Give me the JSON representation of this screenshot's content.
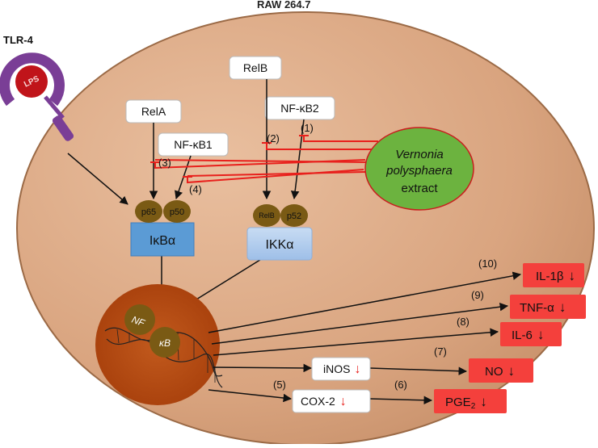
{
  "cell_label": "RAW 264.7",
  "receptor": {
    "label": "TLR-4",
    "ligand": "LPS"
  },
  "proteins": {
    "rela": "RelA",
    "nfkb1": "NF-κB1",
    "relb": "RelB",
    "nfkb2": "NF-κB2"
  },
  "complex_left": {
    "sub1": "p65",
    "sub2": "p50",
    "inhibitor": "IκBα"
  },
  "complex_right": {
    "sub1": "RelB",
    "sub2": "p52",
    "kinase": "IKKα"
  },
  "extract": {
    "line1": "Vernonia",
    "line2": "polysphaera",
    "line3": "extract"
  },
  "nucleus": {
    "nf": "NF",
    "kb": "κB"
  },
  "inhibition_steps": [
    "(1)",
    "(2)",
    "(3)",
    "(4)"
  ],
  "intermediates": {
    "inos": {
      "step": "",
      "label": "iNOS",
      "arrow": "↓"
    },
    "cox2": {
      "step": "(5)",
      "label": "COX-2",
      "arrow": "↓"
    }
  },
  "outputs": [
    {
      "step": "(10)",
      "label": "IL-1β",
      "arrow": "↓"
    },
    {
      "step": "(9)",
      "label": "TNF-α",
      "arrow": "↓"
    },
    {
      "step": "(8)",
      "label": "IL-6",
      "arrow": "↓"
    },
    {
      "step": "(7)",
      "label": "NO",
      "arrow": "↓"
    },
    {
      "step": "(6)",
      "label": "PGE",
      "sub": "2",
      "arrow": "↓"
    }
  ],
  "colors": {
    "cell_fill": "#e2b08e",
    "cell_fill_dark": "#c68a63",
    "cell_border": "#9b6a46",
    "nucleus": "#b84a12",
    "nfkb_dark": "#7a5a14",
    "inhibitor_blue": "#5b9bd5",
    "ikk_blue": "#aecbef",
    "extract_green": "#6cb33f",
    "inhibit_red": "#e8201c",
    "output_red": "#f4403c",
    "receptor_purple": "#7a3e96"
  }
}
